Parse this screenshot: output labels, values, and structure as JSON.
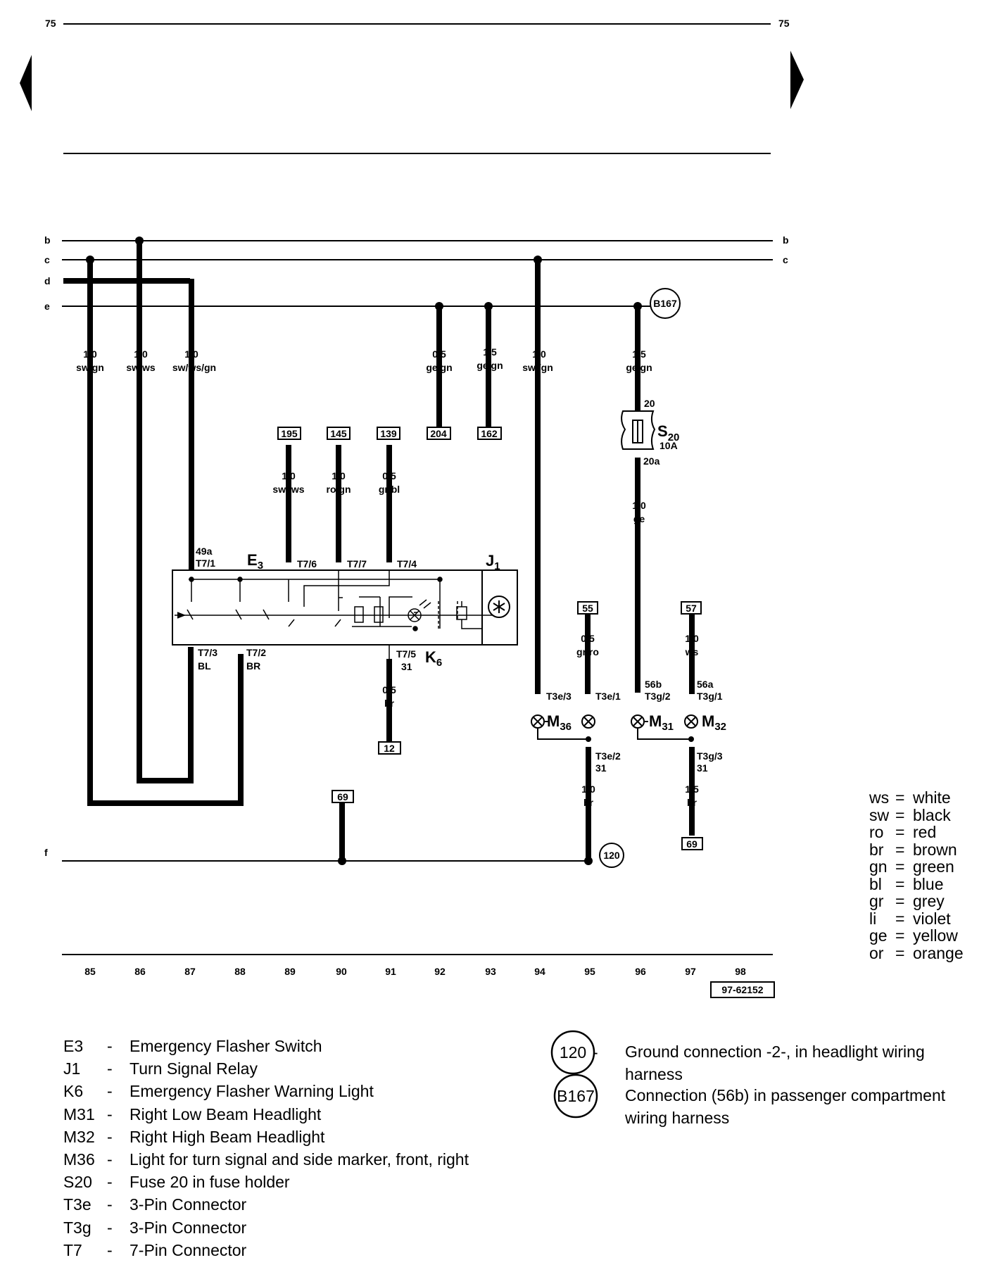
{
  "page": {
    "number_left": "75",
    "number_right": "75",
    "doc_id": "97-62152"
  },
  "nav": {
    "prev_label": "previous page",
    "next_label": "next page"
  },
  "buses": [
    "b",
    "c",
    "d",
    "e",
    "f"
  ],
  "columns": [
    "85",
    "86",
    "87",
    "88",
    "89",
    "90",
    "91",
    "92",
    "93",
    "94",
    "95",
    "96",
    "97",
    "98"
  ],
  "components": {
    "E3": {
      "main": "E",
      "sub": "3"
    },
    "J1": {
      "main": "J",
      "sub": "1"
    },
    "K6": {
      "main": "K",
      "sub": "6"
    },
    "M36": {
      "main": "M",
      "sub": "36"
    },
    "M31": {
      "main": "M",
      "sub": "31"
    },
    "M32": {
      "main": "M",
      "sub": "32"
    },
    "S20": {
      "main": "S",
      "sub": "20",
      "rating": "10A",
      "pin_in": "20",
      "pin_out": "20a"
    }
  },
  "wires": {
    "w85": {
      "size": "1,0",
      "color": "sw/gn"
    },
    "w86": {
      "size": "1,0",
      "color": "sw/ws"
    },
    "w87": {
      "size": "1,0",
      "color": "sw/ws/gn"
    },
    "w89": {
      "size": "1,0",
      "color": "sw /ws"
    },
    "w90": {
      "size": "1,0",
      "color": "ro/gn"
    },
    "w91": {
      "size": "0,5",
      "color": "gr/bl"
    },
    "w91b": {
      "size": "0,5",
      "color": "br"
    },
    "w92": {
      "size": "0,5",
      "color": "ge/gn"
    },
    "w93": {
      "size": "1,5",
      "color": "ge/gn"
    },
    "w94": {
      "size": "1,0",
      "color": "sw /gn"
    },
    "w95a": {
      "size": "0,5",
      "color": "gr/ro"
    },
    "w95b": {
      "size": "1,0",
      "color": "br"
    },
    "w96a": {
      "size": "1,5",
      "color": "ge/gn"
    },
    "w96b": {
      "size": "1,0",
      "color": "ge"
    },
    "w97a": {
      "size": "1,0",
      "color": "ws"
    },
    "w97b": {
      "size": "1,5",
      "color": "br"
    }
  },
  "pins": {
    "t71a": "49a",
    "t71": "T7/1",
    "t76": "T7/6",
    "t77": "T7/7",
    "t74": "T7/4",
    "t73": "T7/3",
    "t73b": "BL",
    "t72": "T7/2",
    "t72b": "BR",
    "t75": "T7/5",
    "t75b": "31",
    "t3e3": "T3e/3",
    "t3e1": "T3e/1",
    "t3e2": "T3e/2",
    "t3e2b": "31",
    "t3g2a": "56b",
    "t3g2": "T3g/2",
    "t3g1a": "56a",
    "t3g1": "T3g/1",
    "t3g3": "T3g/3",
    "t3g3b": "31"
  },
  "refs": {
    "r195": "195",
    "r145": "145",
    "r139": "139",
    "r204": "204",
    "r162": "162",
    "r55": "55",
    "r57": "57",
    "r12": "12",
    "r69a": "69",
    "r69b": "69"
  },
  "ground_points": {
    "g120": "120",
    "gB167": "B167"
  },
  "color_codes": [
    {
      "code": "ws",
      "name": "white"
    },
    {
      "code": "sw",
      "name": "black"
    },
    {
      "code": "ro",
      "name": "red"
    },
    {
      "code": "br",
      "name": "brown"
    },
    {
      "code": "gn",
      "name": "green"
    },
    {
      "code": "bl",
      "name": "blue"
    },
    {
      "code": "gr",
      "name": "grey"
    },
    {
      "code": "li",
      "name": "violet"
    },
    {
      "code": "ge",
      "name": "yellow"
    },
    {
      "code": "or",
      "name": "orange"
    }
  ],
  "legend": [
    {
      "code": "E3",
      "desc": "Emergency Flasher Switch"
    },
    {
      "code": "J1",
      "desc": "Turn Signal Relay"
    },
    {
      "code": "K6",
      "desc": "Emergency Flasher Warning Light"
    },
    {
      "code": "M31",
      "desc": "Right Low Beam Headlight"
    },
    {
      "code": "M32",
      "desc": "Right High Beam Headlight"
    },
    {
      "code": "M36",
      "desc": "Light for turn signal and side marker, front, right"
    },
    {
      "code": "S20",
      "desc": "Fuse 20 in fuse holder"
    },
    {
      "code": "T3e",
      "desc": "3-Pin Connector"
    },
    {
      "code": "T3g",
      "desc": "3-Pin Connector"
    },
    {
      "code": "T7",
      "desc": "7-Pin Connector"
    }
  ],
  "ground_legend": [
    {
      "symbol": "120",
      "desc": "Ground connection -2-, in headlight wiring harness"
    },
    {
      "symbol": "B167",
      "desc": "Connection (56b) in passenger compartment wiring harness"
    }
  ]
}
